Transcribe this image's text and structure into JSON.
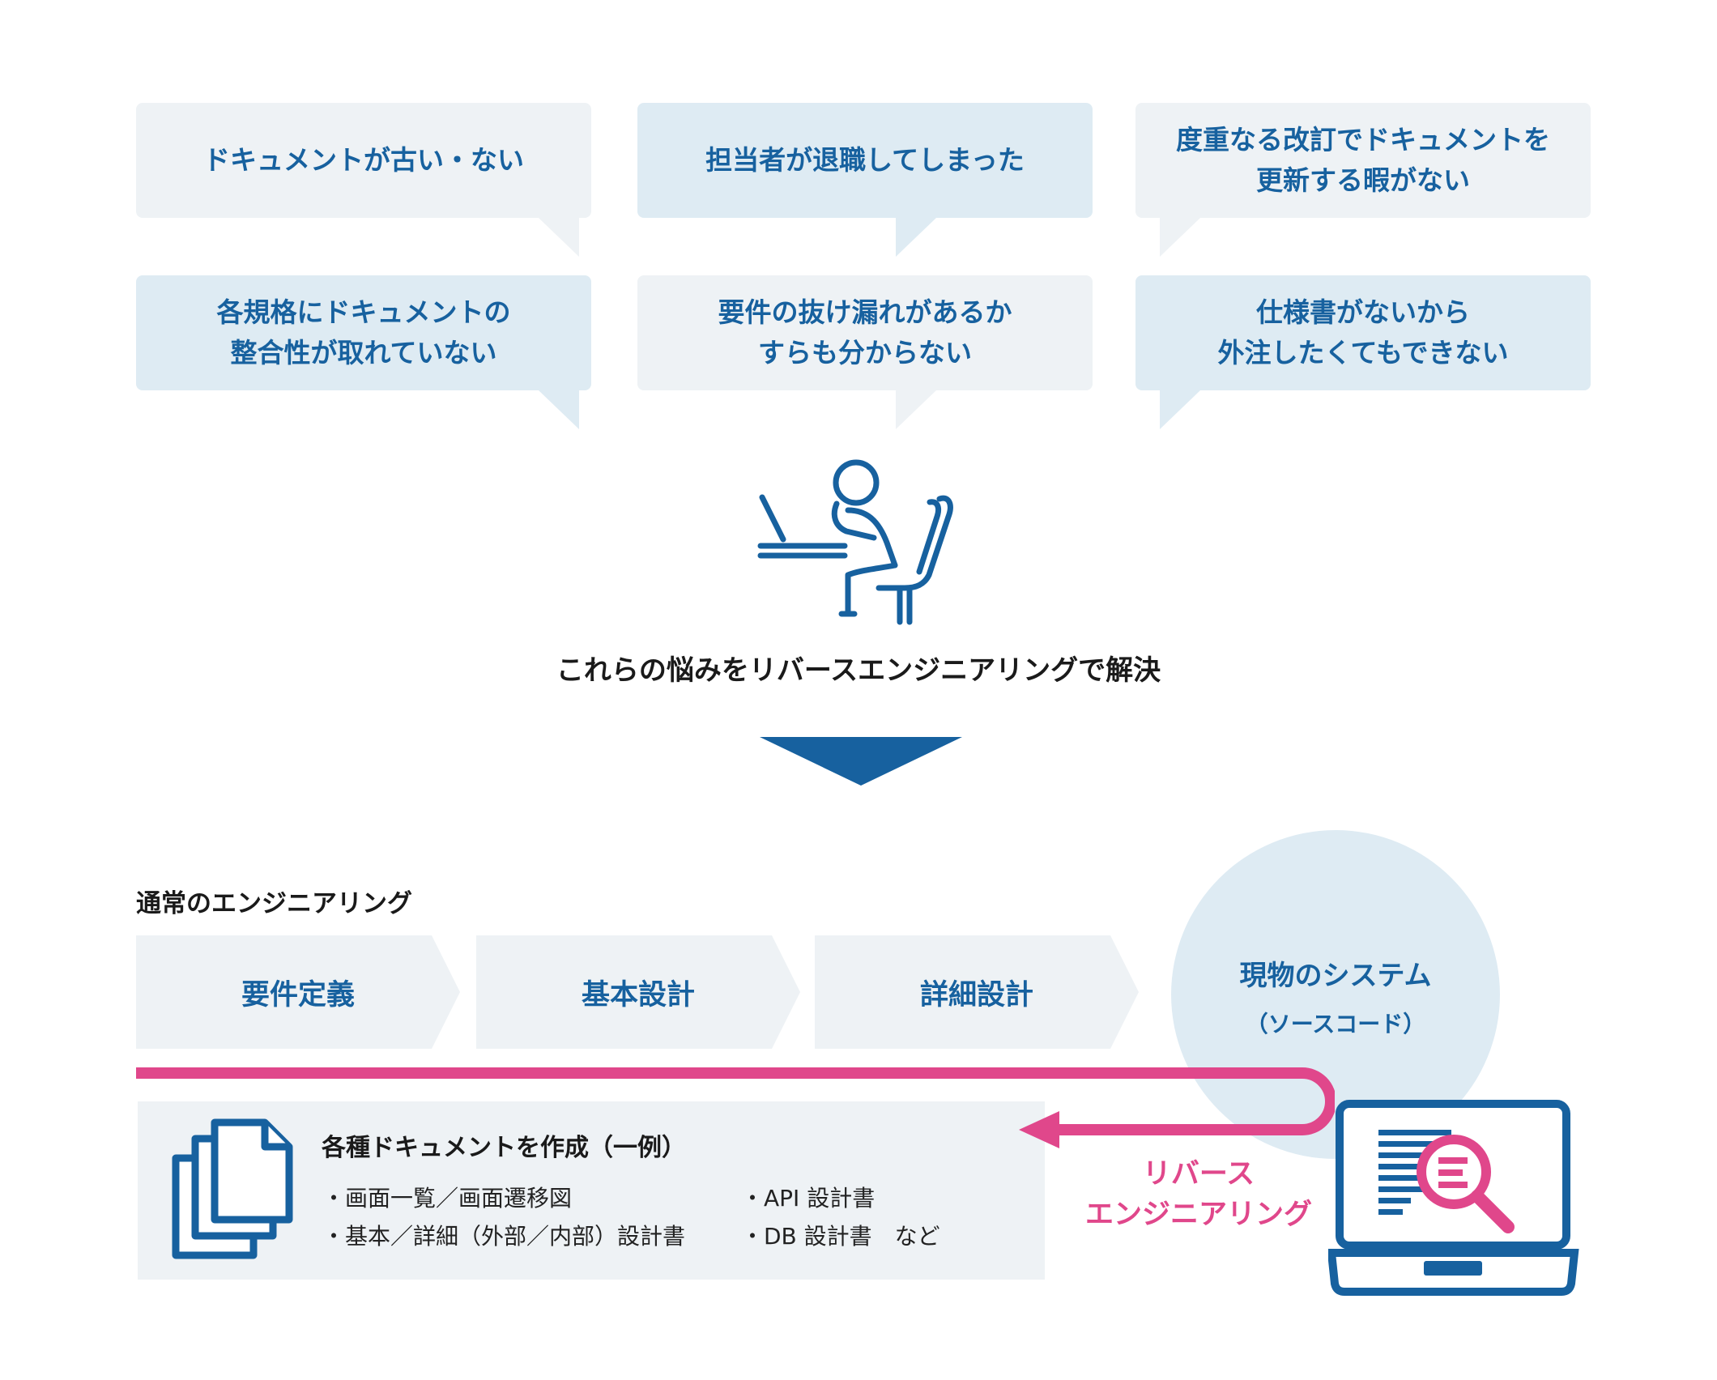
{
  "bubbles": [
    {
      "text": "ドキュメントが古い・ない"
    },
    {
      "text": "担当者が退職してしまった"
    },
    {
      "text": "度重なる改訂でドキュメントを\n更新する暇がない"
    },
    {
      "text": "各規格にドキュメントの\n整合性が取れていない"
    },
    {
      "text": "要件の抜け漏れがあるか\nすらも分からない"
    },
    {
      "text": "仕様書がないから\n外注したくてもできない"
    }
  ],
  "headline": "これらの悩みをリバースエンジニアリングで解決",
  "normal_engineering": {
    "label": "通常のエンジニアリング",
    "steps": [
      "要件定義",
      "基本設計",
      "詳細設計"
    ]
  },
  "system": {
    "title": "現物のシステム",
    "subtitle": "（ソースコード）"
  },
  "documents": {
    "title": "各種ドキュメントを作成（一例）",
    "items": [
      "・画面一覧／画面遷移図",
      "・基本／詳細（外部／内部）設計書",
      "・API 設計書",
      "・DB 設計書　など"
    ]
  },
  "reverse_engineering": {
    "line1": "リバース",
    "line2": "エンジニアリング"
  },
  "colors": {
    "primary_blue": "#17619f",
    "light_panel": "#eef2f5",
    "blue_panel": "#deebf3",
    "accent_pink": "#e0478b"
  },
  "icons": [
    "worried-person-at-desk-icon",
    "down-arrow-icon",
    "documents-icon",
    "laptop-search-icon"
  ]
}
